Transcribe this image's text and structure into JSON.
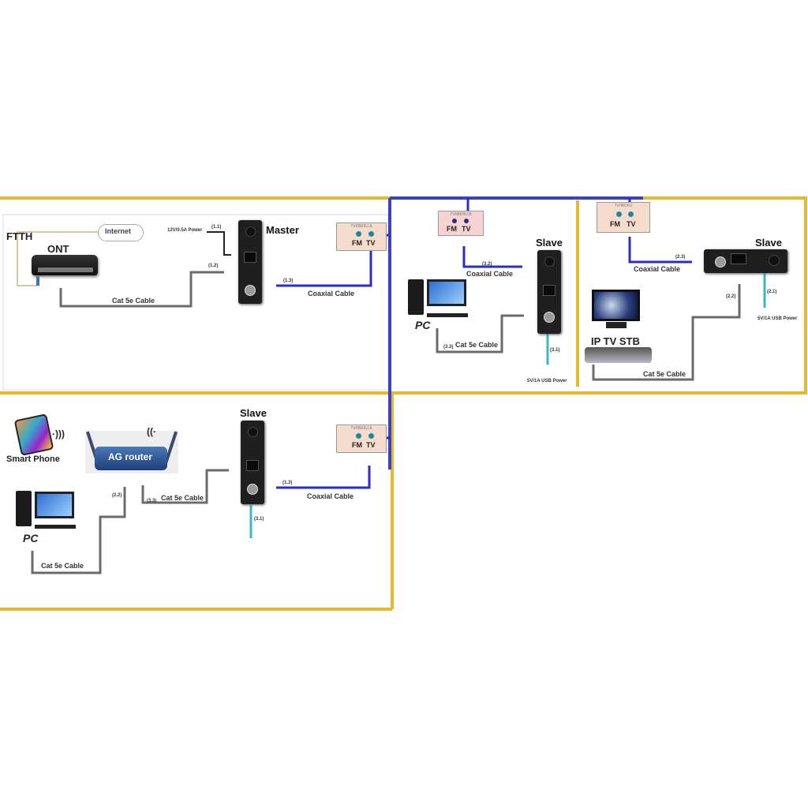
{
  "colors": {
    "frame": "#e8b82c",
    "coax": "#2a2ec4",
    "cat5e": "#6b6b6b",
    "usb": "#39b6cf",
    "fiber": "#d8c7a0",
    "outlet_bg_a": "#f6dccd",
    "outlet_bg_b": "#f7d2d2",
    "outlet_port_a": "#1d8a9c",
    "outlet_port_b": "#2a2a8c"
  },
  "master_panel": {
    "ftth": "FTTH",
    "internet": "Internet",
    "ont": "ONT",
    "power": "12V/0.5A Power",
    "power_tag": "(1.1)",
    "cat5e_tag": "(1.2)",
    "cat5e_label": "Cat 5e Cable",
    "device": "Master",
    "coax_tag": "(1.3)",
    "coax_label": "Coaxial Cable",
    "outlet": {
      "tag": "TV/IBD5U.A",
      "fm": "FM",
      "tv": "TV"
    }
  },
  "slave1_panel": {
    "outlet": {
      "tag": "TV/IBD5U.B",
      "fm": "FM",
      "tv": "TV"
    },
    "coax_tag": "(3.2)",
    "coax_label": "Coaxial Cable",
    "device": "Slave",
    "pc": "PC",
    "cat5e_tag": "(3.3)",
    "cat5e_label": "Cat 5e Cable",
    "usb_tag": "(3.1)",
    "usb_label": "5V/1A USB Power"
  },
  "slave2_panel": {
    "outlet": {
      "tag": "TV/IBD5U",
      "fm": "FM",
      "tv": "TV"
    },
    "coax_tag": "(2.3)",
    "coax_label": "Coaxial Cable",
    "device": "Slave",
    "cat5e_tag": "(2.2)",
    "usb_tag": "(2.1)",
    "usb_label": "5V/1A USB Power",
    "stb": "IP TV STB",
    "cat5e_label": "Cat 5e Cable"
  },
  "slave3_panel": {
    "smartphone": "Smart Phone",
    "router": "AG router",
    "pc": "PC",
    "router_tag": "(2.2)",
    "cat5e_tag_a": "(3.3)",
    "cat5e_label_a": "Cat 5e Cable",
    "cat5e_label_b": "Cat 5e Cable",
    "device": "Slave",
    "usb_tag": "(3.1)",
    "coax_tag": "(1.3)",
    "coax_label": "Coaxial Cable",
    "outlet": {
      "tag": "TV/IBD5U.A",
      "fm": "FM",
      "tv": "TV"
    }
  }
}
